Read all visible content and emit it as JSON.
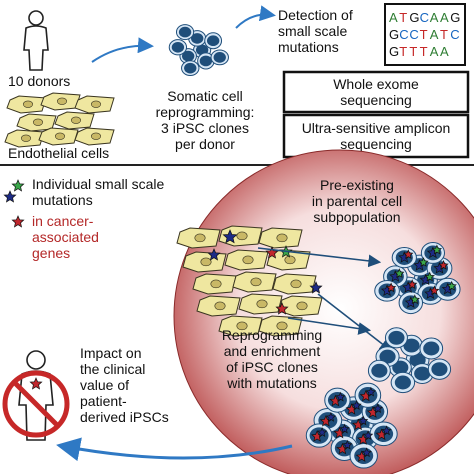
{
  "top": {
    "donors_label": "10 donors",
    "endothelial_label": "Endothelial cells",
    "reprogramming_lines": [
      "Somatic cell",
      "reprogramming:",
      "3 iPSC clones",
      "per donor"
    ],
    "detection_lines": [
      "Detection of",
      "small scale",
      "mutations"
    ],
    "dna": {
      "rows": [
        [
          {
            "t": "A",
            "c": "#2e7d32"
          },
          {
            "t": "T",
            "c": "#c62828"
          },
          {
            "t": "G",
            "c": "#111111"
          },
          {
            "t": "C",
            "c": "#1565c0"
          },
          {
            "t": "A",
            "c": "#2e7d32"
          },
          {
            "t": "A",
            "c": "#2e7d32"
          },
          {
            "t": "G",
            "c": "#111111"
          }
        ],
        [
          {
            "t": "G",
            "c": "#111111"
          },
          {
            "t": "C",
            "c": "#1565c0"
          },
          {
            "t": "C",
            "c": "#1565c0"
          },
          {
            "t": "T",
            "c": "#c62828"
          },
          {
            "t": "A",
            "c": "#2e7d32"
          },
          {
            "t": "T",
            "c": "#c62828"
          },
          {
            "t": "C",
            "c": "#1565c0"
          }
        ],
        [
          {
            "t": "G",
            "c": "#111111"
          },
          {
            "t": "T",
            "c": "#c62828"
          },
          {
            "t": "T",
            "c": "#c62828"
          },
          {
            "t": "T",
            "c": "#c62828"
          },
          {
            "t": "A",
            "c": "#2e7d32"
          },
          {
            "t": "A",
            "c": "#2e7d32"
          }
        ]
      ]
    },
    "box_whole_exome": [
      "Whole exome",
      "sequencing"
    ],
    "box_amplicon": [
      "Ultra-sensitive amplicon",
      "sequencing"
    ]
  },
  "bottom": {
    "legend_line1": [
      "Individual small scale",
      "mutations"
    ],
    "legend_line2": [
      "in cancer-",
      "associated",
      "genes"
    ],
    "preexisting_lines": [
      "Pre-existing",
      "in parental cell",
      "subpopulation"
    ],
    "reprogramming_lines": [
      "Reprogramming",
      "and enrichment",
      "of iPSC clones",
      "with mutations"
    ],
    "impact_lines": [
      "Impact on",
      "the clinical",
      "value of",
      "patient-",
      "derived iPSCs"
    ]
  },
  "colors": {
    "cell_fill": "#efe7a0",
    "cell_stroke": "#3a3520",
    "nucleus": "#c9b866",
    "ipsc_blue": "#1f4e7a",
    "ipsc_light": "#d6e6f5",
    "arrow_blue": "#2f79c4",
    "star_green": "#3aa64a",
    "star_red": "#c0272d",
    "star_blue": "#1d2b86",
    "cancer_text": "#b42828",
    "no_sign": "#c62828"
  }
}
